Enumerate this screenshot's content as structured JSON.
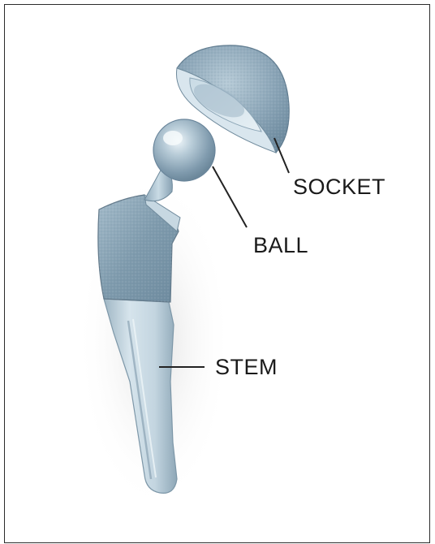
{
  "labels": {
    "socket": "SOCKET",
    "ball": "BALL",
    "stem": "STEM"
  },
  "colors": {
    "frame_border": "#2b2b2b",
    "implant_dark": "#7d9aac",
    "implant_mid": "#a9c0ce",
    "implant_light": "#d3e2ea",
    "leader_line": "#222222",
    "label_text": "#1a1a1a"
  }
}
